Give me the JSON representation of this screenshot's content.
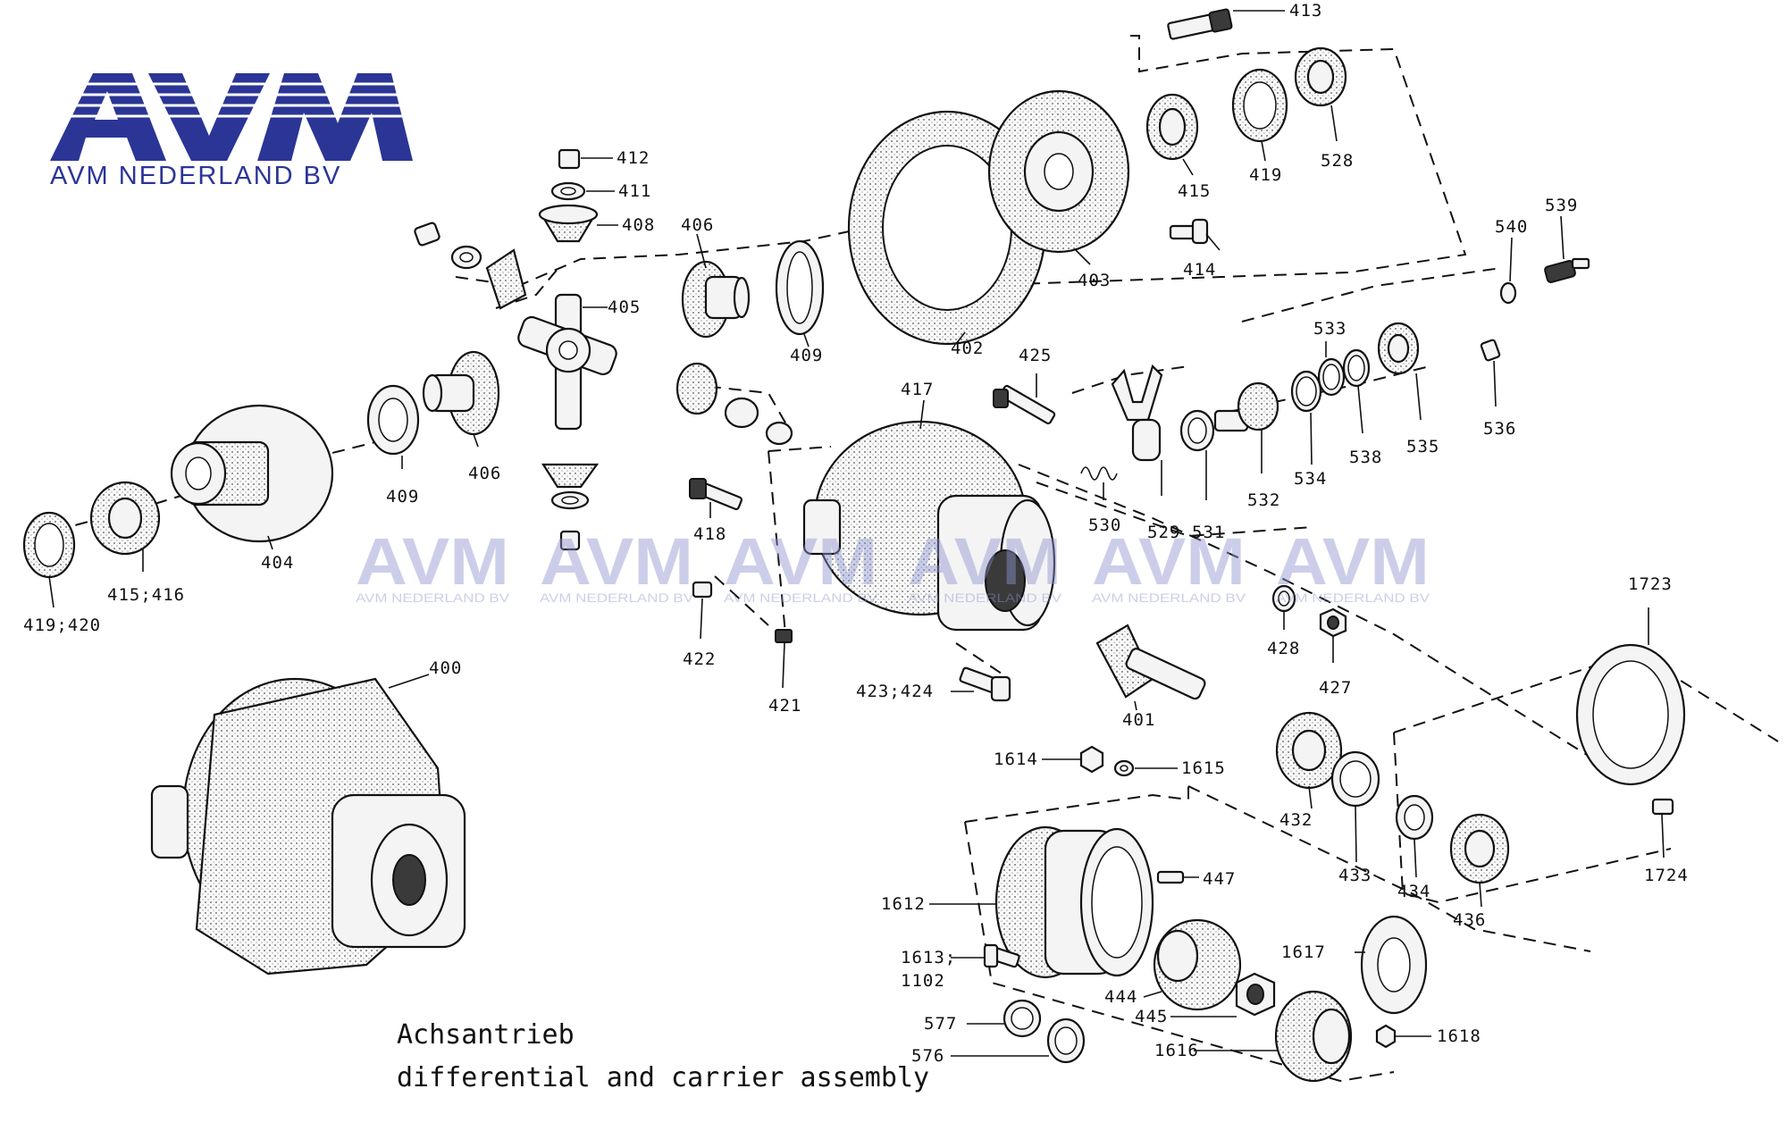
{
  "logo": {
    "mark": "AVM",
    "subtitle": "AVM NEDERLAND BV",
    "color": "#2b3596"
  },
  "watermark": {
    "mark": "AVM",
    "subtitle": "AVM NEDERLAND BV",
    "color": "#8f95d0",
    "repeat": 6
  },
  "caption": {
    "line1": "Achsantrieb",
    "line2": "differential and carrier assembly"
  },
  "parts": [
    "413",
    "412",
    "411",
    "408",
    "406",
    "405",
    "409",
    "402",
    "403",
    "414",
    "415",
    "419",
    "528",
    "540",
    "539",
    "533",
    "404",
    "406",
    "409",
    "415;416",
    "419;420",
    "418",
    "422",
    "421",
    "417",
    "425",
    "529",
    "531",
    "532",
    "534",
    "538",
    "535",
    "536",
    "530",
    "428",
    "427",
    "423;424",
    "401",
    "1723",
    "400",
    "1614",
    "1615",
    "432",
    "433",
    "434",
    "436",
    "1724",
    "1612",
    "447",
    "1613;",
    "1102",
    "577",
    "576",
    "444",
    "445",
    "1616",
    "1617",
    "1618"
  ]
}
